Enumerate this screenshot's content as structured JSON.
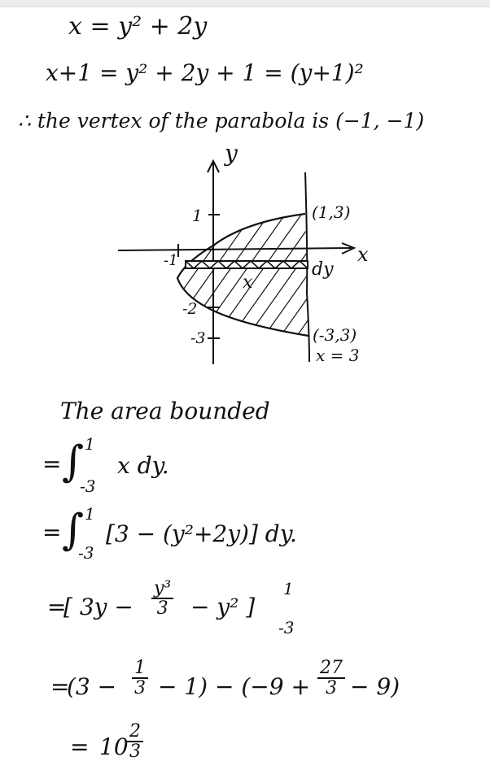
{
  "header": {
    "eq1": "x = y² + 2y",
    "eq2": "x+1 = y² + 2y + 1 = (y+1)²",
    "eq3": "∴ the vertex of the parabola is (−1, −1)"
  },
  "graph": {
    "axis_y_label": "y",
    "axis_x_label": "x",
    "tick_y_1": "1",
    "tick_y_m2": "-2",
    "tick_y_m3": "-3",
    "tick_x_m1": "-1",
    "point_top": "(1,3)",
    "point_bottom": "(-3,3)",
    "line_label": "x = 3",
    "strip_label": "dy",
    "strip_var": "x",
    "colors": {
      "ink": "#111111",
      "background": "#ffffff"
    }
  },
  "solution": {
    "title": "The area bounded",
    "equals": "=",
    "int_upper": "1",
    "int_lower": "-3",
    "step1": "x dy.",
    "step2": "[3 − (y²+2y)] dy.",
    "step3_open": "[ 3y −",
    "step3_num": "y³",
    "step3_den": "3",
    "step3_close": "− y² ]",
    "step4_a": "(3 −",
    "step4_frac1_num": "1",
    "step4_frac1_den": "3",
    "step4_b": "− 1) − (−9 +",
    "step4_frac2_num": "27",
    "step4_frac2_den": "3",
    "step4_c": "− 9)",
    "step5_whole": "10",
    "step5_num": "2",
    "step5_den": "3"
  }
}
